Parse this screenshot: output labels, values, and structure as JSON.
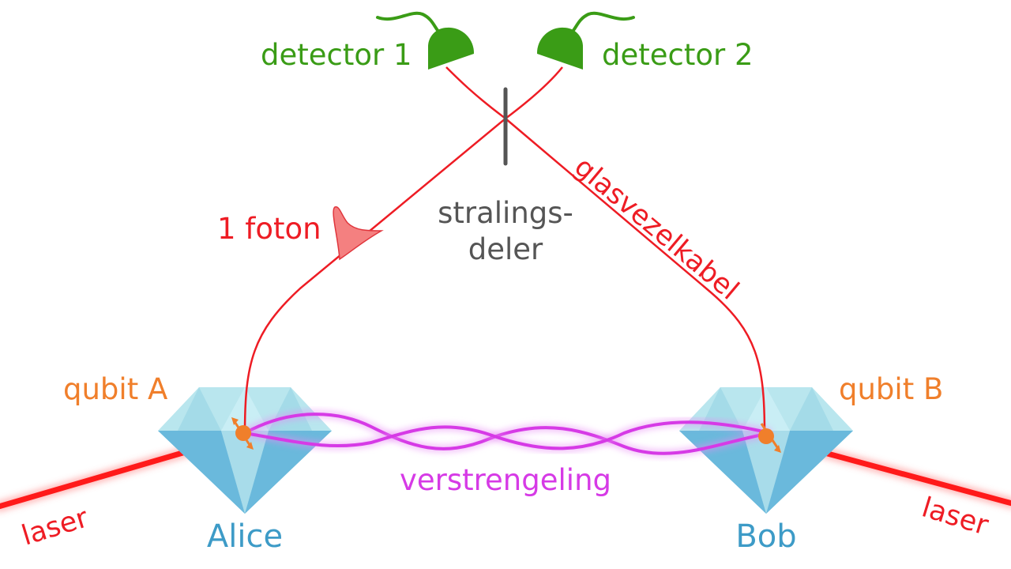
{
  "labels": {
    "detector1": "detector 1",
    "detector2": "detector 2",
    "photon": "1 foton",
    "beamsplitter_line1": "stralings-",
    "beamsplitter_line2": "deler",
    "fiber": "glasvezelkabel",
    "qubitA": "qubit A",
    "qubitB": "qubit B",
    "entanglement": "verstrengeling",
    "laser_left": "laser",
    "laser_right": "laser",
    "alice": "Alice",
    "bob": "Bob"
  },
  "colors": {
    "detector": "#3a9c16",
    "fiber": "#ee1c24",
    "beamsplitter": "#555555",
    "qubit": "#f07f2b",
    "entanglement": "#d63ae6",
    "diamond_light": "#b3e3ec",
    "diamond_dark": "#6bbcd9",
    "node_label": "#3d9bc7"
  }
}
